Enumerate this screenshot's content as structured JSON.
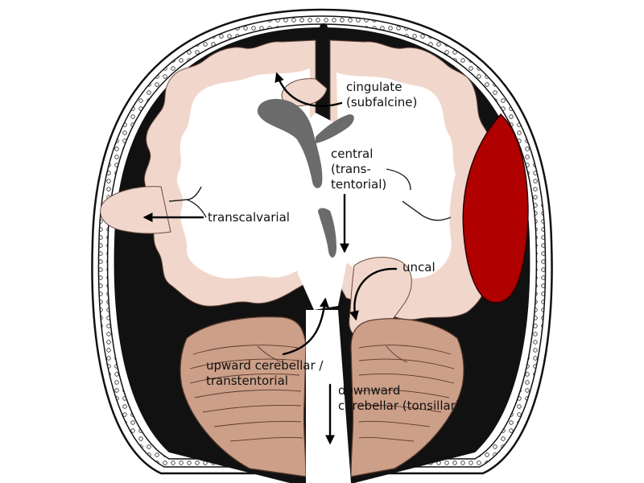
{
  "colors": {
    "skull": "#ffffff",
    "dura": "#111111",
    "brain": "#f1d7cb",
    "white_matter": "#ffffff",
    "ventricle": "#6b6b6b",
    "hematoma": "#b00000",
    "cerebellum": "#cc9f88",
    "text": "#111111"
  },
  "labels": {
    "cingulate": [
      "cingulate",
      "(subfalcine)"
    ],
    "central": [
      "central",
      "(trans-",
      "tentorial)"
    ],
    "transcalvarial": [
      "transcalvarial"
    ],
    "uncal": [
      "uncal"
    ],
    "upward": [
      "upward cerebellar /",
      "transtentorial"
    ],
    "downward": [
      "downward",
      "cerebellar (tonsillar)"
    ]
  }
}
